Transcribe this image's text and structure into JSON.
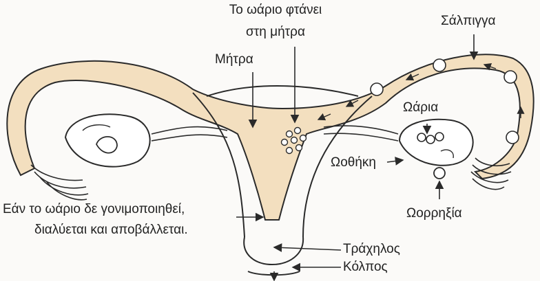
{
  "labels": {
    "ovum_reaches_uterus": "Το ωάριο φτάνει\nστη μήτρα",
    "ovum_reaches_uterus_line1": "Το ωάριο φτάνει",
    "ovum_reaches_uterus_line2": "στη μήτρα",
    "uterus": "Μήτρα",
    "fallopian_tube": "Σάλπιγγα",
    "ova": "Ωάρια",
    "ovary": "Ωοθήκη",
    "ovulation": "Ωορρηξία",
    "unfertilized_line1": "Εάν το ωάριο δε γονιμοποιηθεί,",
    "unfertilized_line2": "διαλύεται και αποβάλλεται.",
    "cervix": "Τράχηλος",
    "vagina": "Κόλπος"
  },
  "colors": {
    "tissue_fill": "#f3dfbf",
    "outline": "#2a2a2a",
    "background": "#fbfaf8"
  }
}
